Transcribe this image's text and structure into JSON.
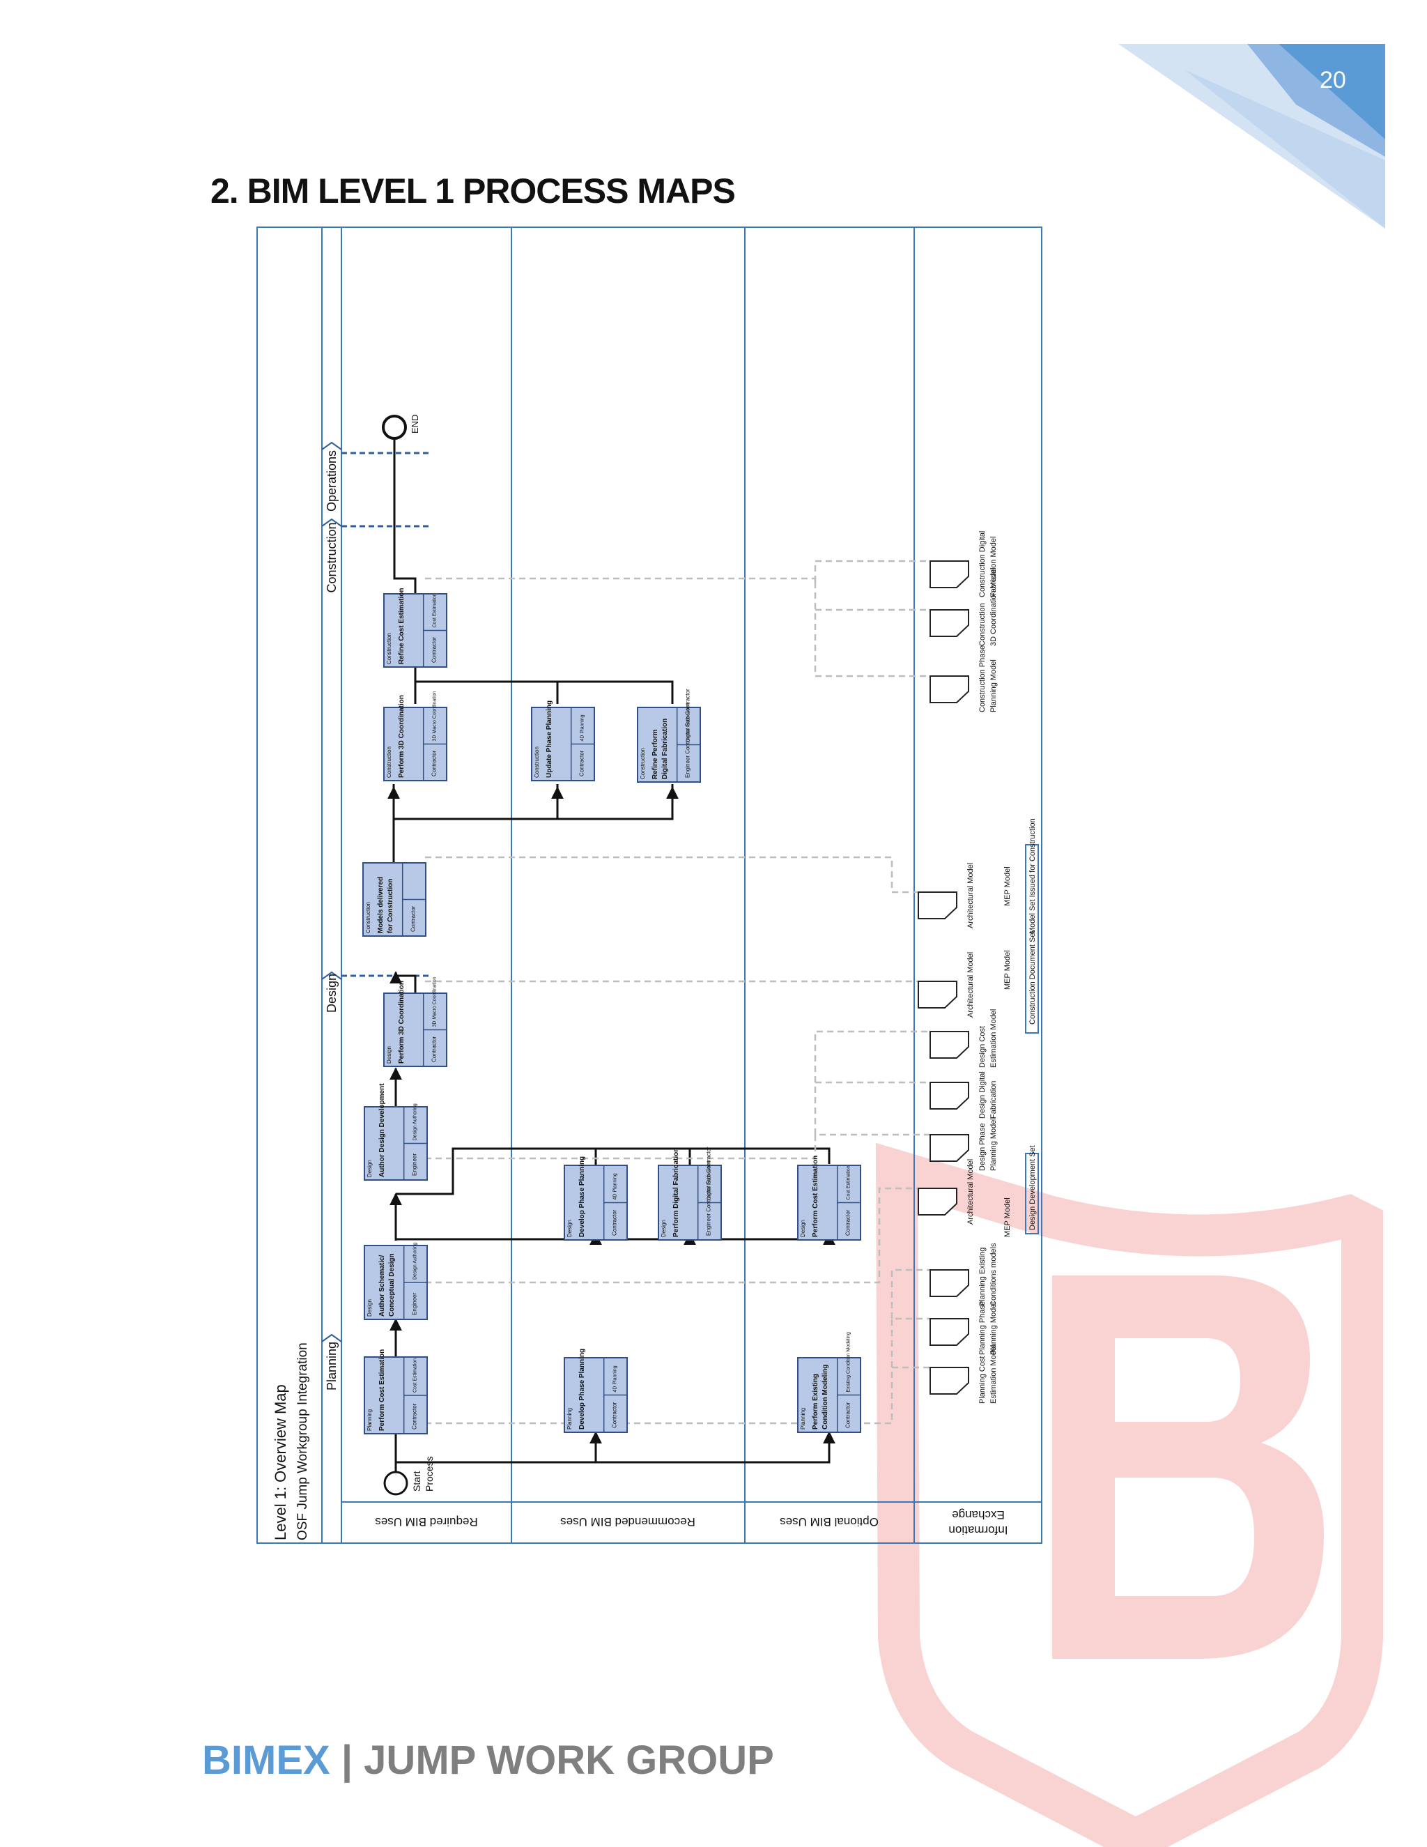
{
  "page": {
    "number": "20",
    "heading": "2.  BIM LEVEL 1 PROCESS MAPS",
    "footer_brand": "BIMEX",
    "footer_sep": "|",
    "footer_group": "JUMP WORK GROUP",
    "colors": {
      "accent": "#5b9bd5",
      "box_fill": "#b7c9e6",
      "box_stroke": "#2f4f86",
      "watermark": "#e53935"
    }
  },
  "diagram": {
    "title": "Level 1: Overview Map",
    "subtitle": "OSF Jump Workgroup Integration",
    "lanes": [
      "Required BIM Uses",
      "Recommended BIM Uses",
      "Optional BIM Uses",
      "Information Exchange"
    ],
    "phases": [
      "Planning",
      "Design",
      "Construction",
      "Operations"
    ],
    "start_label": "Start Process",
    "end_label": "END",
    "boxes": {
      "r1": {
        "phase": "Planning",
        "title": "Perform Cost Estimation",
        "party": "Contractor",
        "resource": "Cost Estimation"
      },
      "r2": {
        "phase": "Design",
        "title": "Author Schematic/ Conceptual Design",
        "party": "Engineer",
        "resource": "Design Authoring"
      },
      "r3": {
        "phase": "Design",
        "title": "Author Design Development",
        "party": "Engineer",
        "resource": "Design Authoring"
      },
      "r4": {
        "phase": "Design",
        "title": "Perform 3D Coordination",
        "party": "Contractor",
        "resource": "3D Macro Coordination"
      },
      "r5": {
        "phase": "Construction",
        "title": "Models delivered for Construction",
        "party": "Contractor",
        "resource": ""
      },
      "r6": {
        "phase": "Construction",
        "title": "Perform 3D Coordination",
        "party": "Contractor",
        "resource": "3D Macro Coordination"
      },
      "r7": {
        "phase": "Construction",
        "title": "Refine Cost Estimation",
        "party": "Contractor",
        "resource": "Cost Estimation"
      },
      "m1": {
        "phase": "Planning",
        "title": "Develop Phase Planning",
        "party": "Contractor",
        "resource": "4D Planning"
      },
      "m2": {
        "phase": "Design",
        "title": "Develop Phase Planning",
        "party": "Contractor",
        "resource": "4D Planning"
      },
      "m3": {
        "phase": "Design",
        "title": "Perform Digital Fabrication",
        "party": "Engineer Contractor Sub Contractor",
        "resource": "Digital Fabrication"
      },
      "m4": {
        "phase": "Construction",
        "title": "Update Phase Planning",
        "party": "Contractor",
        "resource": "4D Planning"
      },
      "m5": {
        "phase": "Construction",
        "title": "Refine Perform Digital Fabrication",
        "party": "Engineer Contractor Sub Contractor",
        "resource": "Digital Fabrication"
      },
      "o1": {
        "phase": "Planning",
        "title": "Perform Existing Condition Modeling",
        "party": "Contractor",
        "resource": "Existing Condition Modeling"
      },
      "o2": {
        "phase": "Design",
        "title": "Perform Cost Estimation",
        "party": "Contractor",
        "resource": "Cost Estimation"
      }
    },
    "documents": {
      "d1": {
        "line1": "Planning Cost",
        "line2": "Estimation Model"
      },
      "d2": {
        "line1": "Planning Phase",
        "line2": "Planning Model"
      },
      "d3": {
        "line1": "Planning Existing",
        "line2": "Conditions models"
      },
      "d4": {
        "line1": "Architectural Model",
        "line2": ""
      },
      "d5": {
        "line1": "Design Phase",
        "line2": "Planning Model"
      },
      "d6": {
        "line1": "Design Digital",
        "line2": "Fabrication"
      },
      "d7": {
        "line1": "Design Cost",
        "line2": "Estimation Model"
      },
      "d8": {
        "line1": "Architectural Model",
        "line2": ""
      },
      "d9": {
        "line1": "Architectural Model",
        "line2": ""
      },
      "d10": {
        "line1": "Construction Phase",
        "line2": "Planning Model"
      },
      "d11": {
        "line1": "Construction",
        "line2": "3D Coordination Model"
      },
      "d12": {
        "line1": "Construction Digital",
        "line2": "Fabrication Model"
      }
    },
    "mep_label": "MEP Model",
    "sets": {
      "design_development": "Design Development Set",
      "construction_document": "Construction Document Set",
      "issued_for_construction": "Model Set Issued for Construction"
    }
  }
}
